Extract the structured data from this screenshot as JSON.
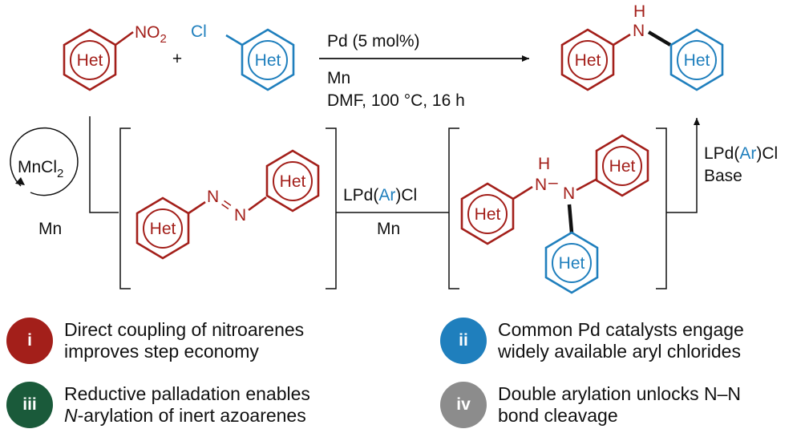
{
  "scheme": {
    "het_label": "Het",
    "nitro_N": "NO",
    "nitro_sub": "2",
    "chloro": "Cl",
    "plus": "+",
    "catalyst": "Pd (5 mol%)",
    "reductant": "Mn",
    "conditions": "DMF, 100 °C, 16 h",
    "product_H": "H",
    "product_N": "N",
    "mncl_main": "MnCl",
    "mncl_sub": "2",
    "mn_label": "Mn",
    "azo_N1": "N",
    "azo_eq": "=",
    "azo_N2": "N",
    "step2_lpd_pre": "LPd(",
    "step2_ar": "Ar",
    "step2_lpd_post": ")Cl",
    "step2_mn": "Mn",
    "hyd_H": "H",
    "hyd_N1": "N",
    "hyd_dash": "–",
    "hyd_N2": "N",
    "step3_lpd_pre": "LPd(",
    "step3_ar": "Ar",
    "step3_lpd_post": ")Cl",
    "step3_base": "Base"
  },
  "features": [
    {
      "badge": "i",
      "color": "#a31f1a",
      "line1": "Direct coupling of nitroarenes",
      "line2": "improves step economy",
      "line2_italic_prefix": ""
    },
    {
      "badge": "ii",
      "color": "#1f7fbd",
      "line1": "Common Pd catalysts engage",
      "line2": "widely available aryl chlorides",
      "line2_italic_prefix": ""
    },
    {
      "badge": "iii",
      "color": "#1a5a3a",
      "line1": "Reductive palladation enables",
      "line2": "-arylation of inert azoarenes",
      "line2_italic_prefix": "N"
    },
    {
      "badge": "iv",
      "color": "#8c8c8c",
      "line1": "Double arylation unlocks N–N",
      "line2": "bond cleavage",
      "line2_italic_prefix": ""
    }
  ]
}
